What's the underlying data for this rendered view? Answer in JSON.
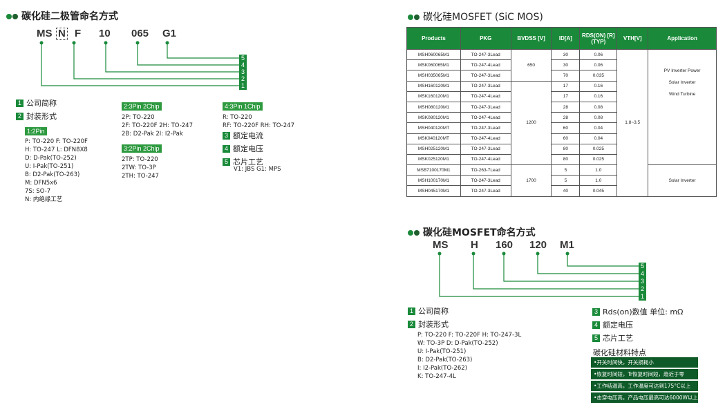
{
  "left": {
    "title": "碳化硅二极管命名方式",
    "code": [
      "MS",
      "N",
      "F",
      "10",
      "065",
      "G1"
    ],
    "markers": [
      "5",
      "4",
      "3",
      "2",
      "1"
    ],
    "items": {
      "n1": "1",
      "n1_label": "公司简称",
      "n2": "2",
      "n2_label": "封装形式",
      "pin1_tag": "1:2Pin",
      "pin1_lines": [
        "P: TO-220  F: TO-220F",
        "H: TO-247  L: DFN8X8",
        "D: D-Pak(TO-252)",
        "U: I-Pak(TO-251)",
        "B: D2-Pak(TO-263)",
        "M: DFN5x6",
        "7S: SO-7",
        "N: 内绝缘工艺"
      ],
      "pin23_tag": "2:3Pin 2Chip",
      "pin23_lines": [
        "2P: TO-220",
        "2F: TO-220F 2H: TO-247",
        "2B: D2-Pak   2I: I2-Pak"
      ],
      "pin32_tag": "3:2Pin 2Chip",
      "pin32_lines": [
        "2TP: TO-220",
        "2TW: TO-3P",
        "2TH: TO-247"
      ],
      "pin43_tag": "4:3Pin 1Chip",
      "pin43_lines": [
        "R: TO-220",
        "RF: TO-220F   RH: TO-247"
      ],
      "n3": "3",
      "n3_label": "额定电流",
      "n4": "4",
      "n4_label": "额定电压",
      "n5": "5",
      "n5_label": "芯片工艺",
      "n5_detail": "V1: JBS   G1: MPS"
    }
  },
  "right_top": {
    "title": "碳化硅MOSFET (SiC  MOS)",
    "headers": [
      "Products",
      "PKG",
      "BVDSS [V]",
      "ID[A]",
      "RDS(ON) [R](TYP)",
      "VTH[V]",
      "Application"
    ],
    "rows": [
      [
        "MSH060065M1",
        "TO-247-3Lead",
        "30",
        "0.06"
      ],
      [
        "MSK060065M1",
        "TO-247-4Lead",
        "30",
        "0.06"
      ],
      [
        "MSH035065M1",
        "TO-247-3Lead",
        "70",
        "0.035"
      ],
      [
        "MSH160120M1",
        "TO-247-3Lead",
        "17",
        "0.16"
      ],
      [
        "MSK160120M1",
        "TO-247-4Lead",
        "17",
        "0.16"
      ],
      [
        "MSH080120M1",
        "TO-247-3Lead",
        "28",
        "0.08"
      ],
      [
        "MSK080120M1",
        "TO-247-4Lead",
        "28",
        "0.08"
      ],
      [
        "MSH040120MT",
        "TO-247-3Lead",
        "60",
        "0.04"
      ],
      [
        "MSK040120MT",
        "TO-247-4Lead",
        "60",
        "0.04"
      ],
      [
        "MSH025120M1",
        "TO-247-3Lead",
        "80",
        "0.025"
      ],
      [
        "MSK025120M1",
        "TO-247-4Lead",
        "80",
        "0.025"
      ],
      [
        "MSB7100170M1",
        "TO-263-7Lead",
        "5",
        "1.0"
      ],
      [
        "MSH100170M1",
        "TO-247-3Lead",
        "5",
        "1.0"
      ],
      [
        "MSH045170M1",
        "TO-247-3Lead",
        "40",
        "0.045"
      ]
    ],
    "bvdss": [
      "650",
      "1200",
      "1700"
    ],
    "vth": "1.8~3.5",
    "app1": [
      "PV Inverter Power",
      "Solar Inverter",
      "Wind Turbine"
    ],
    "app2": "Solar Inverter"
  },
  "right_bottom": {
    "title": "碳化硅MOSFET命名方式",
    "code": [
      "MS",
      "H",
      "160",
      "120",
      "M1"
    ],
    "markers": [
      "5",
      "4",
      "3",
      "2",
      "1"
    ],
    "n1": "1",
    "n1_label": "公司简称",
    "n2": "2",
    "n2_label": "封装形式",
    "pkg_lines": [
      "P: TO-220   F: TO-220F  H: TO-247-3L",
      "W: TO-3P   D: D-Pak(TO-252)",
      "U: I-Pak(TO-251)",
      "B: D2-Pak(TO-263)",
      "I: I2-Pak(TO-262)",
      "K: TO-247-4L"
    ],
    "n3": "3",
    "n3_label": "Rds(on)数值  单位: mΩ",
    "n4": "4",
    "n4_label": "额定电压",
    "n5": "5",
    "n5_label": "芯片工艺",
    "features_title": "碳化硅材料特点",
    "features": [
      "•开关时间快，开关损耗小",
      "•恢复时间短，Tr恢复时间短，趋近于零",
      "•工作结温高，工作温度可达到175°C以上",
      "•击穿电压高，产品电压最高可达6000W以上"
    ]
  },
  "colors": {
    "green": "#1a8a3a",
    "dark_green": "#0e5a28"
  }
}
